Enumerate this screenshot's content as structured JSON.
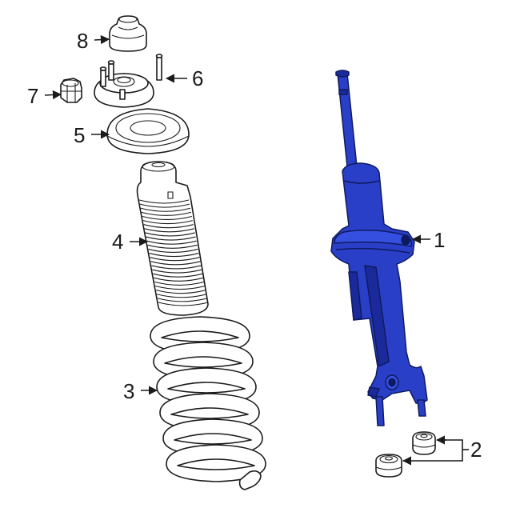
{
  "callouts": {
    "c1": "1",
    "c2": "2",
    "c3": "3",
    "c4": "4",
    "c5": "5",
    "c6": "6",
    "c7": "7",
    "c8": "8"
  },
  "colors": {
    "strut": "#2a3fc7",
    "strut_shadow": "#1a2a9a",
    "strut_outline": "#0e1a60",
    "line": "#1a1a1a",
    "background": "#ffffff"
  }
}
